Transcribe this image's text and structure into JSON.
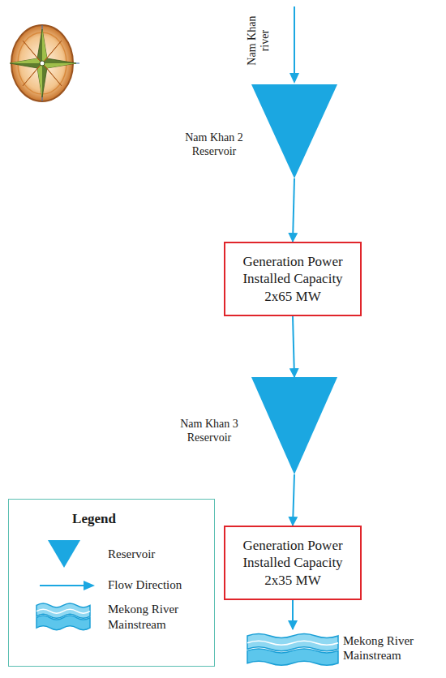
{
  "diagram": {
    "nodes": [
      {
        "text": [
          "Nam Khan 2 Reservoir"
        ]
      },
      {
        "text": [
          "Generation Power Installed Capacity 2x65 MW"
        ]
      },
      {
        "text": [
          "Nam Khan 3 Reservoir"
        ]
      },
      {
        "text": [
          "Generation Power Installed Capacity 2x35 MW"
        ]
      },
      {
        "text": [
          "Mekong River Mainstream"
        ]
      }
    ],
    "edges": [
      {
        "from": 0,
        "to": 1,
        "arrow": "to"
      },
      {
        "from": 1,
        "to": 2,
        "arrow": "to"
      },
      {
        "from": 2,
        "to": 3,
        "arrow": "to"
      },
      {
        "from": 3,
        "to": 4,
        "arrow": "to"
      }
    ],
    "labels": [
      "Nam Khan river",
      "Legend"
    ],
    "legend": [
      {
        "text": "Reservoir"
      },
      {
        "text": "Flow Direction"
      },
      {
        "text": "Mekong River Mainstream"
      }
    ]
  }
}
